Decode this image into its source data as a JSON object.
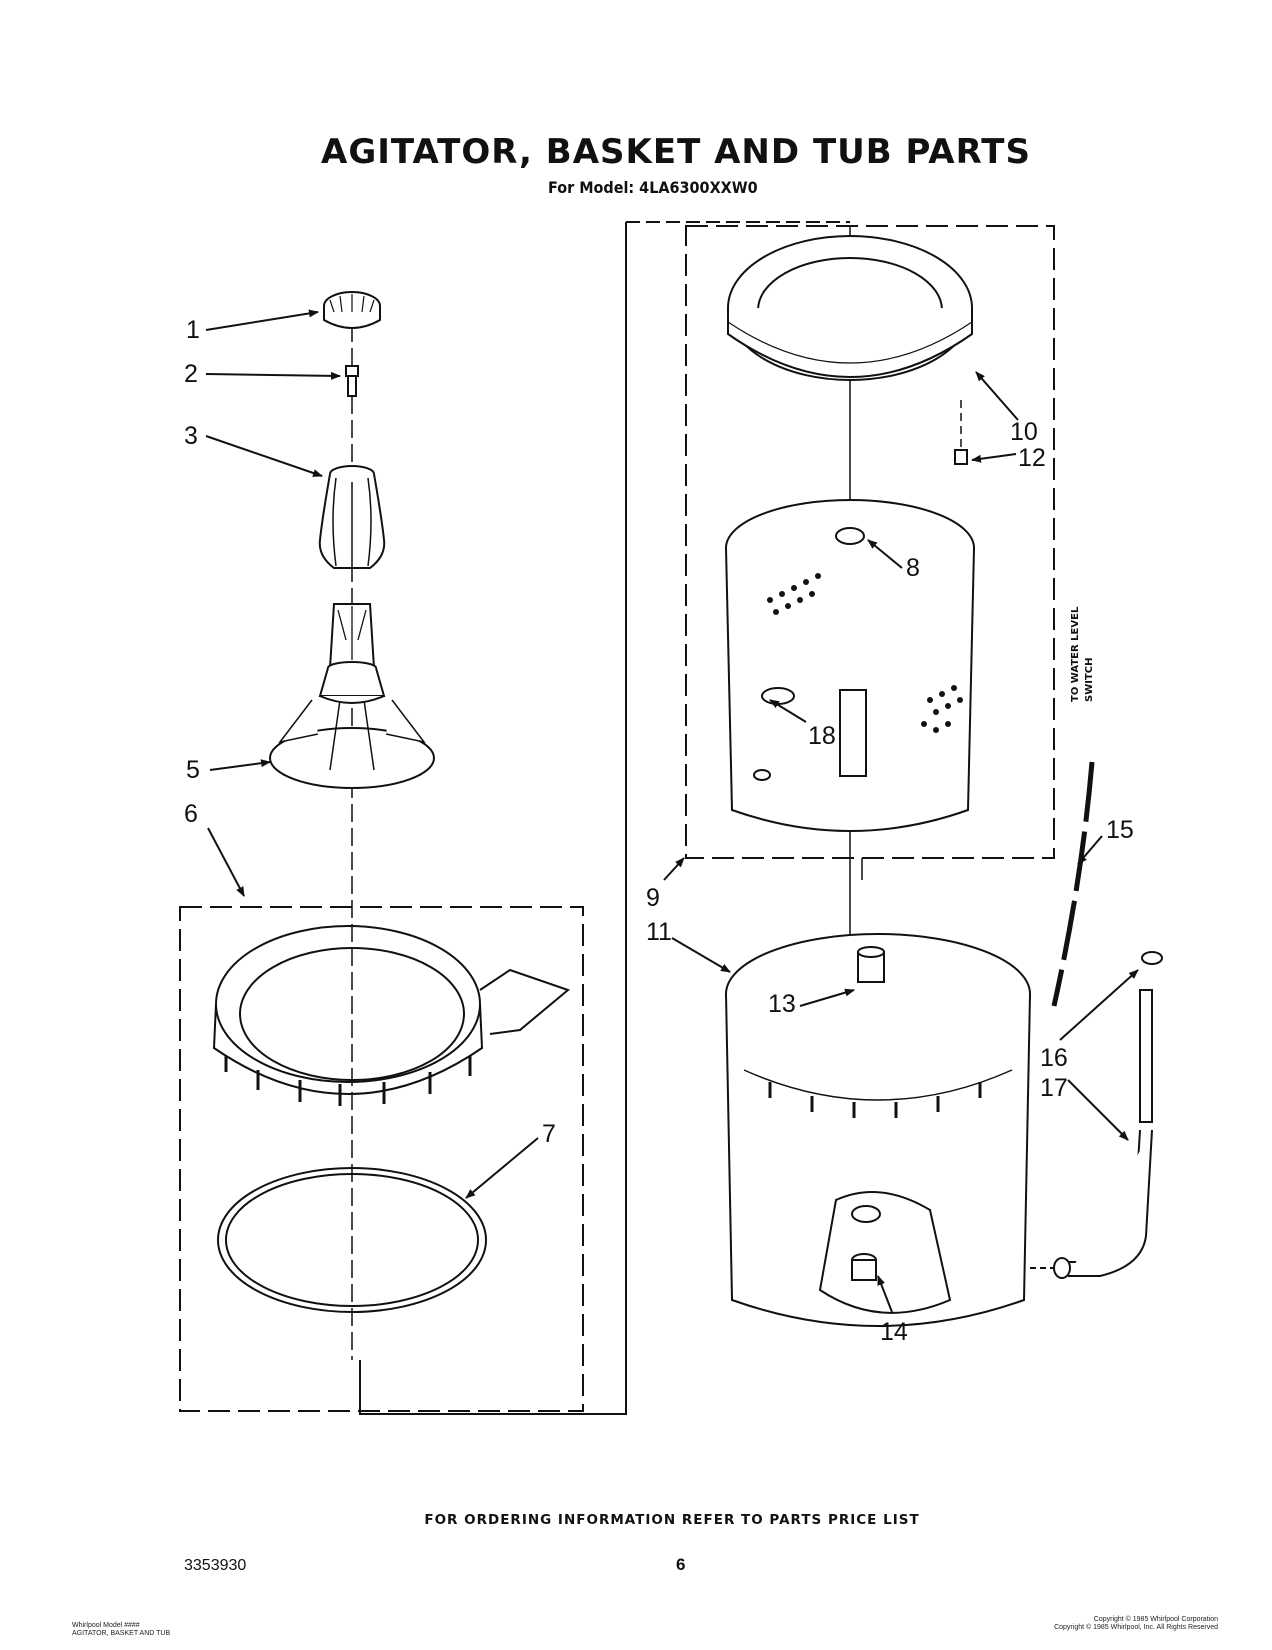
{
  "title": "AGITATOR, BASKET AND TUB PARTS",
  "subtitle": "For Model: 4LA6300XXW0",
  "footer_note": "FOR ORDERING INFORMATION REFER TO PARTS PRICE LIST",
  "doc_number": "3353930",
  "page_number": "6",
  "side_label_line1": "TO WATER LEVEL",
  "side_label_line2": "SWITCH",
  "fine_left_line1": "Whirlpool Model ####",
  "fine_left_line2": "AGITATOR, BASKET AND TUB",
  "fine_right_line1": "Copyright © 1985 Whirlpool Corporation",
  "fine_right_line2": "Copyright © 1985 Whirlpool, Inc. All Rights Reserved",
  "callouts": [
    {
      "id": "1",
      "label": "1"
    },
    {
      "id": "2",
      "label": "2"
    },
    {
      "id": "3",
      "label": "3"
    },
    {
      "id": "5",
      "label": "5"
    },
    {
      "id": "6",
      "label": "6"
    },
    {
      "id": "7",
      "label": "7"
    },
    {
      "id": "8",
      "label": "8"
    },
    {
      "id": "9",
      "label": "9"
    },
    {
      "id": "10",
      "label": "10"
    },
    {
      "id": "11",
      "label": "11"
    },
    {
      "id": "12",
      "label": "12"
    },
    {
      "id": "13",
      "label": "13"
    },
    {
      "id": "14",
      "label": "14"
    },
    {
      "id": "15",
      "label": "15"
    },
    {
      "id": "16",
      "label": "16"
    },
    {
      "id": "17",
      "label": "17"
    },
    {
      "id": "18",
      "label": "18"
    }
  ]
}
